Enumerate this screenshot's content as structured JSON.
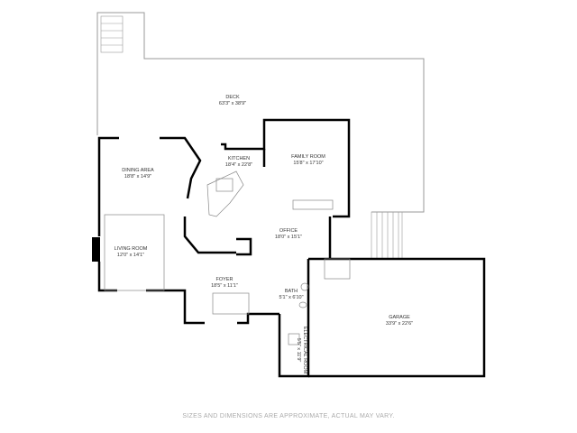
{
  "rooms": [
    {
      "name": "DECK",
      "dims": "63'3\" x 38'9\""
    },
    {
      "name": "KITCHEN",
      "dims": "18'4\" x 22'8\""
    },
    {
      "name": "FAMILY ROOM",
      "dims": "15'8\" x 17'10\""
    },
    {
      "name": "DINING AREA",
      "dims": "18'8\" x 14'9\""
    },
    {
      "name": "LIVING ROOM",
      "dims": "12'0\" x 14'1\""
    },
    {
      "name": "OFFICE",
      "dims": "18'0\" x 15'1\""
    },
    {
      "name": "FOYER",
      "dims": "18'5\" x 11'1\""
    },
    {
      "name": "BATH",
      "dims": "5'1\" x 6'10\""
    },
    {
      "name": "GARAGE",
      "dims": "33'9\" x 22'6\""
    },
    {
      "name": "ELECTRICAL ROOM",
      "dims": "5'5\" x 11'9\""
    }
  ],
  "footer": "SIZES AND DIMENSIONS ARE APPROXIMATE, ACTUAL MAY VARY.",
  "colors": {
    "wall": "#000000",
    "thin_line": "#999999",
    "footer_text": "#aaaaaa"
  }
}
